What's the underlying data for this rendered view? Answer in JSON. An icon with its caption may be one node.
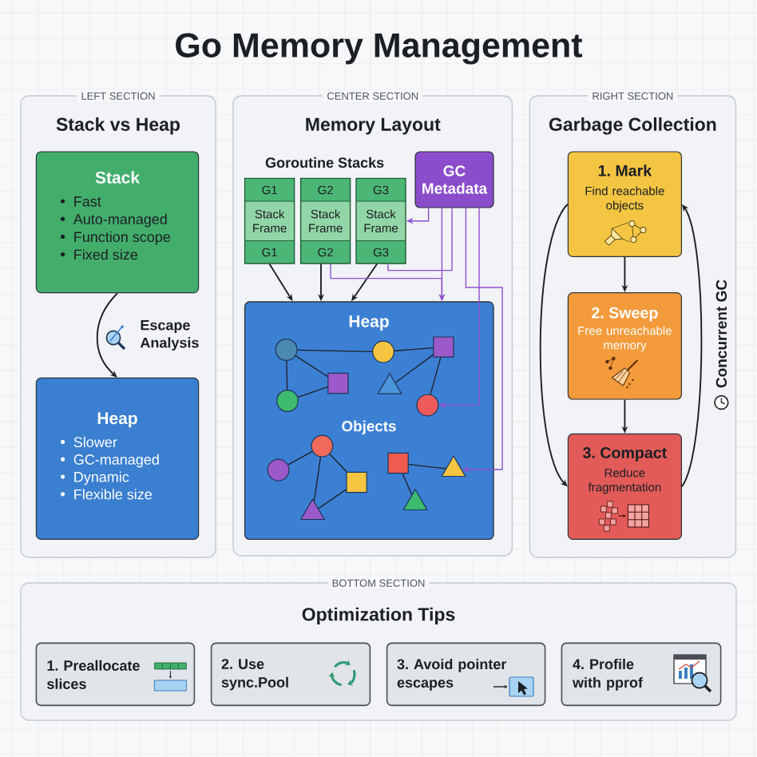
{
  "diagram": {
    "title": "Go Memory Management",
    "nodes": [
      {
        "text": [
          "LEFT SECTION",
          "Stack vs Heap"
        ]
      },
      {
        "text": [
          "Stack",
          "Fast",
          "Auto-managed",
          "Function scope",
          "Fixed size"
        ],
        "in": 0
      },
      {
        "text": [
          "Heap",
          "Slower",
          "GC-managed",
          "Dynamic",
          "Flexible size"
        ],
        "in": 0
      },
      {
        "text": [
          "CENTER SECTION",
          "Memory Layout",
          "Goroutine Stacks"
        ]
      },
      {
        "text": [
          "G1",
          "Stack Frame",
          "G1"
        ],
        "in": 3
      },
      {
        "text": [
          "G2",
          "Stack Frame",
          "G2"
        ],
        "in": 3
      },
      {
        "text": [
          "G3",
          "Stack Frame",
          "G3"
        ],
        "in": 3
      },
      {
        "text": [
          "GC Metadata"
        ],
        "in": 3
      },
      {
        "text": [
          "Heap",
          "Objects"
        ],
        "in": 3
      },
      {
        "text": [],
        "shape": "circle",
        "in": 8
      },
      {
        "text": [],
        "shape": "circle",
        "in": 8
      },
      {
        "text": [],
        "shape": "square",
        "in": 8
      },
      {
        "text": [],
        "shape": "square",
        "in": 8
      },
      {
        "text": [],
        "shape": "triangle",
        "in": 8
      },
      {
        "text": [],
        "shape": "circle",
        "in": 8
      },
      {
        "text": [],
        "shape": "circle",
        "in": 8
      },
      {
        "text": [],
        "shape": "circle",
        "in": 8
      },
      {
        "text": [],
        "shape": "square",
        "in": 8
      },
      {
        "text": [],
        "shape": "circle",
        "in": 8
      },
      {
        "text": [],
        "shape": "triangle",
        "in": 8
      },
      {
        "text": [],
        "shape": "square",
        "in": 8
      },
      {
        "text": [],
        "shape": "triangle",
        "in": 8
      },
      {
        "text": [],
        "shape": "triangle",
        "in": 8
      },
      {
        "text": [
          "RIGHT SECTION",
          "Garbage Collection"
        ]
      },
      {
        "text": [
          "1. Mark",
          "Find reachable objects"
        ],
        "in": 23
      },
      {
        "text": [
          "2. Sweep",
          "Free unreachable memory"
        ],
        "in": 23
      },
      {
        "text": [
          "3. Compact",
          "Reduce fragmentation"
        ],
        "in": 23
      },
      {
        "text": [
          "BOTTOM SECTION",
          "Optimization Tips"
        ]
      },
      {
        "text": [
          "1. Preallocate slices"
        ],
        "in": 27
      },
      {
        "text": [
          "2. Use sync.Pool"
        ],
        "in": 27
      },
      {
        "text": [
          "3. Avoid pointer escapes"
        ],
        "in": 27
      },
      {
        "text": [
          "4. Profile with pprof"
        ],
        "in": 27
      }
    ],
    "edges": [
      {
        "from": 1,
        "to": 2,
        "arrow": "to",
        "label": "Escape Analysis"
      },
      {
        "from": 4,
        "to": 8,
        "arrow": "to"
      },
      {
        "from": 5,
        "to": 8,
        "arrow": "to"
      },
      {
        "from": 6,
        "to": 8,
        "arrow": "to"
      },
      {
        "from": 7,
        "to": 6,
        "arrow": "to",
        "color": "#8e4fd1"
      },
      {
        "from": 7,
        "to": 8,
        "arrow": "to",
        "color": "#8e4fd1"
      },
      {
        "from": 5,
        "to": 8,
        "arrow": "to",
        "color": "#8e4fd1"
      },
      {
        "from": 6,
        "to": 7,
        "arrow": "none",
        "color": "#8e4fd1"
      },
      {
        "from": 7,
        "to": 15,
        "arrow": "to",
        "color": "#8e4fd1"
      },
      {
        "from": 7,
        "to": 19,
        "arrow": "to",
        "color": "#8e4fd1"
      },
      {
        "from": 9,
        "to": 10,
        "arrow": "none"
      },
      {
        "from": 10,
        "to": 11,
        "arrow": "none"
      },
      {
        "from": 9,
        "to": 14,
        "arrow": "none"
      },
      {
        "from": 14,
        "to": 12,
        "arrow": "none"
      },
      {
        "from": 9,
        "to": 12,
        "arrow": "none"
      },
      {
        "from": 11,
        "to": 13,
        "arrow": "none"
      },
      {
        "from": 11,
        "to": 15,
        "arrow": "none"
      },
      {
        "from": 16,
        "to": 18,
        "arrow": "none"
      },
      {
        "from": 16,
        "to": 20,
        "arrow": "none"
      },
      {
        "from": 16,
        "to": 22,
        "arrow": "none"
      },
      {
        "from": 22,
        "to": 20,
        "arrow": "none"
      },
      {
        "from": 17,
        "to": 19,
        "arrow": "none"
      },
      {
        "from": 17,
        "to": 21,
        "arrow": "none"
      },
      {
        "from": 24,
        "to": 25,
        "arrow": "to"
      },
      {
        "from": 25,
        "to": 26,
        "arrow": "to"
      },
      {
        "from": 24,
        "to": 26,
        "arrow": "to"
      },
      {
        "from": 26,
        "to": 24,
        "arrow": "to",
        "label": "Concurrent GC"
      }
    ]
  }
}
